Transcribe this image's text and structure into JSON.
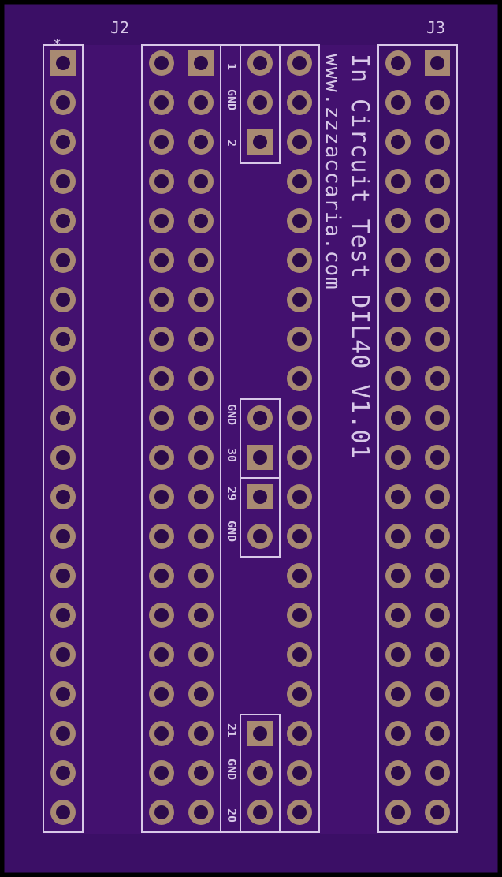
{
  "labels": {
    "j2": "J2",
    "j3": "J3",
    "pin1_marker": "*",
    "title": "In Circuit Test DIL40 V1.01",
    "url": "www.zzzaccaria.com"
  },
  "jumper_labels": {
    "top": [
      "1",
      "GND",
      "2"
    ],
    "middle": [
      "GND",
      "30",
      "29",
      "GND"
    ],
    "bottom": [
      "21",
      "GND",
      "20"
    ]
  },
  "colors": {
    "board": "#3b0f66",
    "board_inner": "#43116f",
    "silkscreen": "#d8c8e8",
    "pad": "#a88a72",
    "hole": "#2b0a4a",
    "edge": "#000000"
  },
  "headers": {
    "j2_pins": 20,
    "socket_rows": 20,
    "j3_rows": 20
  }
}
